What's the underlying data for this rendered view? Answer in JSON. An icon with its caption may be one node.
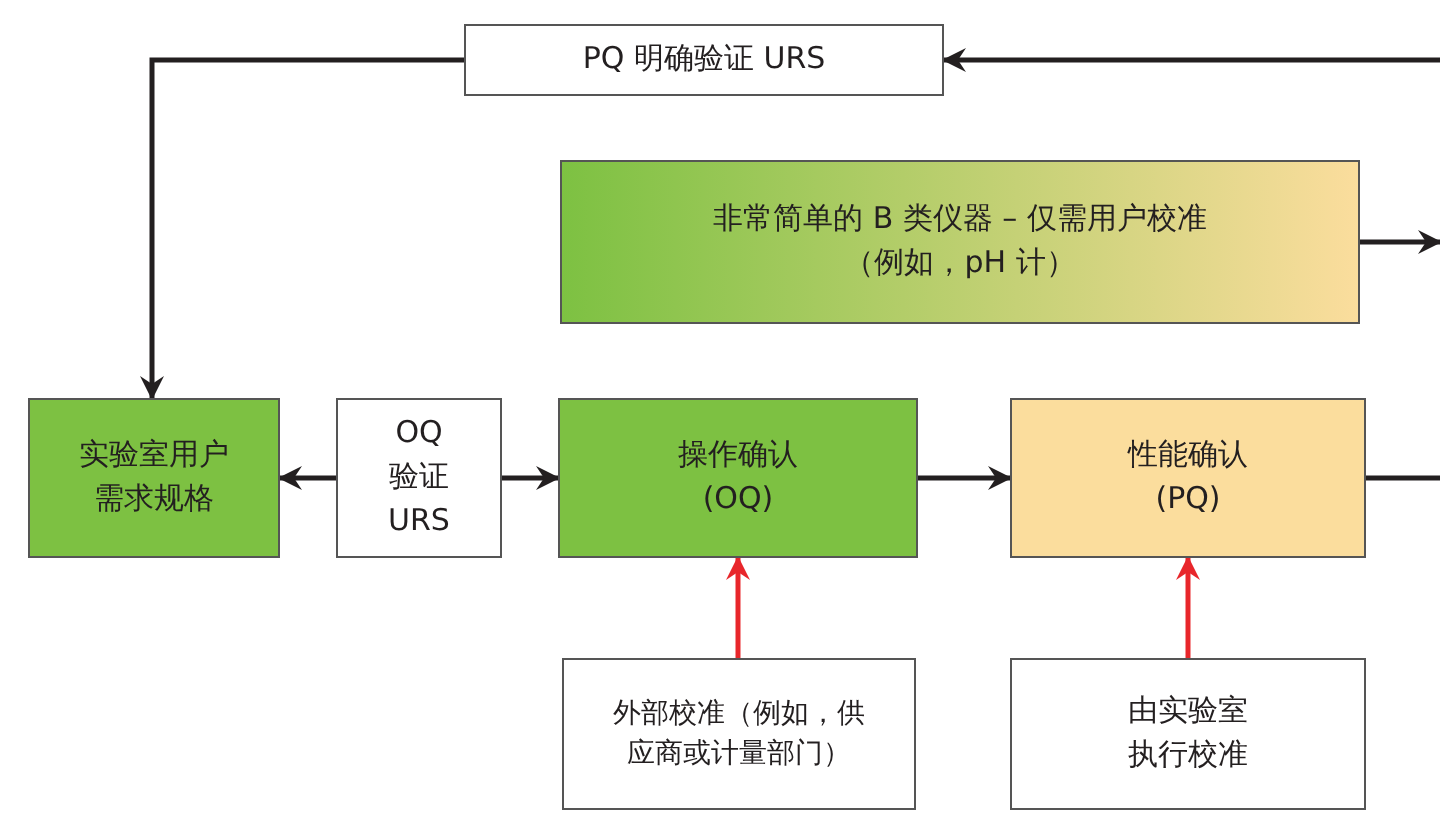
{
  "diagram": {
    "nodes": [
      {
        "text": [
          "PQ 明确验证 URS"
        ]
      },
      {
        "text": [
          "非常简单的 B 类仪器 – 仅需用户校准",
          "（例如，pH 计）"
        ]
      },
      {
        "text": [
          "实验室用户需求规格"
        ]
      },
      {
        "text": [
          "OQ 验证 URS"
        ]
      },
      {
        "text": [
          "操作确认 (OQ)"
        ]
      },
      {
        "text": [
          "性能确认 (PQ)"
        ]
      },
      {
        "text": [
          "外部校准（例如，供应商或计量部门）"
        ]
      },
      {
        "text": [
          "由实验室执行校准"
        ]
      }
    ],
    "edges": [
      {
        "from": null,
        "to": 0,
        "arrow": "to"
      },
      {
        "from": 0,
        "to": 2,
        "arrow": "to"
      },
      {
        "from": 1,
        "to": null,
        "arrow": "to"
      },
      {
        "from": 3,
        "to": 2,
        "arrow": "to"
      },
      {
        "from": 3,
        "to": 4,
        "arrow": "to"
      },
      {
        "from": 4,
        "to": 5,
        "arrow": "to"
      },
      {
        "from": 5,
        "to": null,
        "arrow": "none"
      },
      {
        "from": 6,
        "to": 4,
        "arrow": "to",
        "color": "#e8262b"
      },
      {
        "from": 7,
        "to": 5,
        "arrow": "to",
        "color": "#e8262b"
      }
    ]
  }
}
